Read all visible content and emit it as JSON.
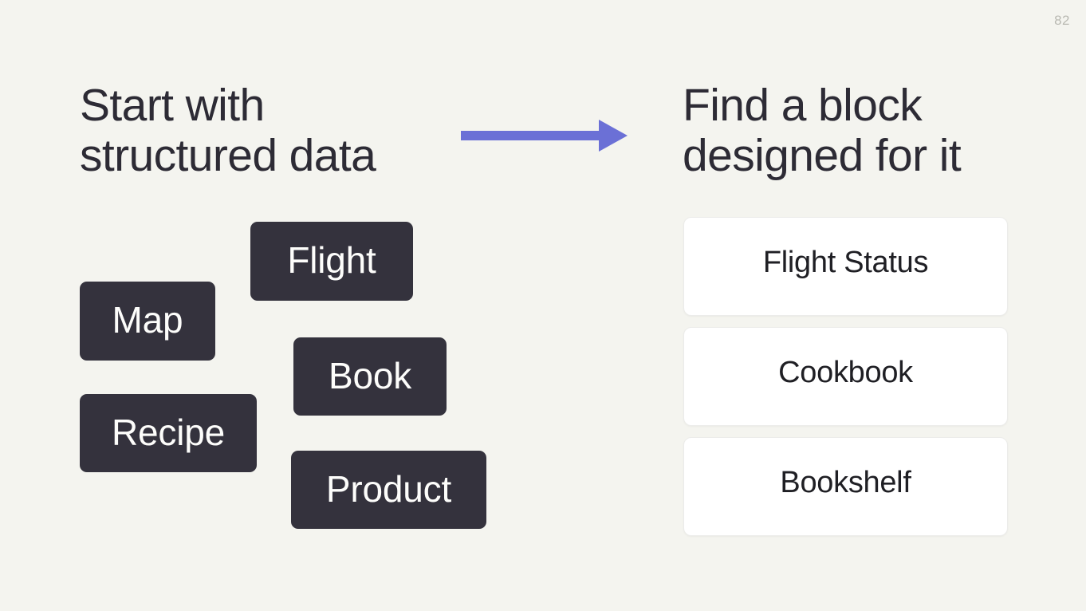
{
  "slide": {
    "page_number": "82",
    "background_color": "#f4f4ef",
    "heading_color": "#2d2b35",
    "chip_color": "#34323d",
    "chip_text_color": "#fdfdfb",
    "card_color": "#ffffff",
    "card_text_color": "#1f1f24",
    "arrow_color": "#6b70d6",
    "page_number_color": "#b9b9b2"
  },
  "left": {
    "heading": "Start with\nstructured data",
    "chips": [
      {
        "label": "Flight"
      },
      {
        "label": "Map"
      },
      {
        "label": "Book"
      },
      {
        "label": "Recipe"
      },
      {
        "label": "Product"
      }
    ]
  },
  "arrow": {
    "direction": "right",
    "color": "#6b70d6"
  },
  "right": {
    "heading": "Find a block\ndesigned for it",
    "cards": [
      {
        "label": "Flight Status"
      },
      {
        "label": "Cookbook"
      },
      {
        "label": "Bookshelf"
      }
    ]
  }
}
